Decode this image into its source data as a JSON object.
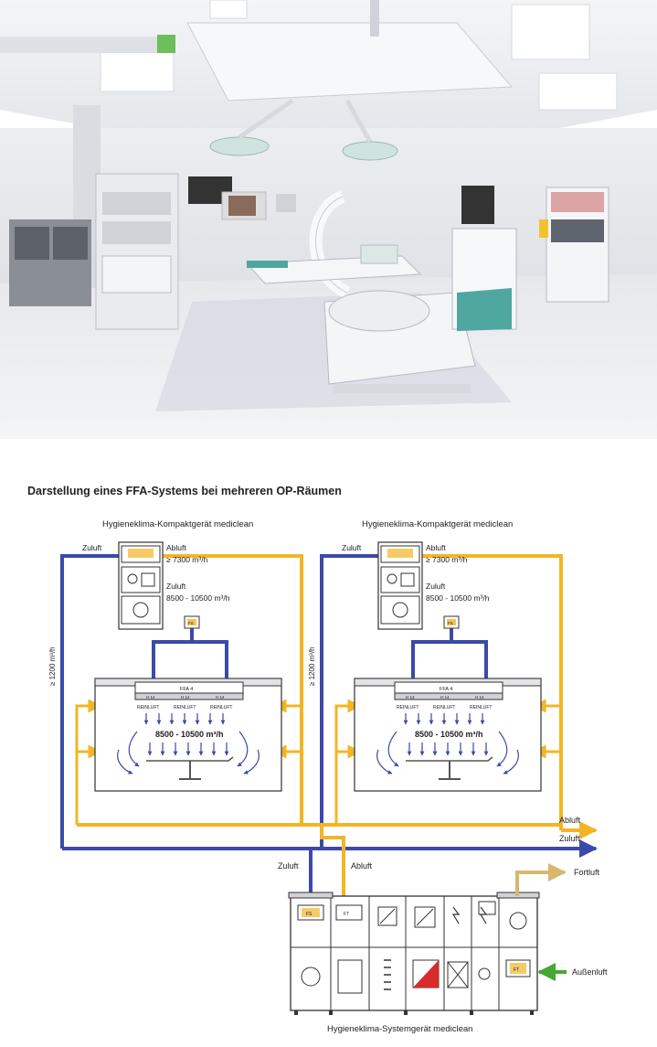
{
  "heading": "Darstellung eines FFA-Systems bei mehreren OP-Räumen",
  "units": [
    {
      "title": "Hygieneklima-Kompaktgerät mediclean",
      "zuluft": "Zuluft",
      "abluft": "Abluft",
      "abluft_rate": "≥ 7300 m³/h",
      "zuluft2": "Zuluft",
      "zuluft_rate": "8500 - 10500 m³/h",
      "side_rate": "≥ 1200 m³/h",
      "ffa": "FFA 4",
      "filters": [
        "H 14",
        "H 14",
        "H 14"
      ],
      "reinluft": [
        "REINLUFT",
        "REINLUFT",
        "REINLUFT"
      ],
      "room_rate": "8500 - 10500 m³/h",
      "fs": "FS"
    },
    {
      "title": "Hygieneklima-Kompaktgerät mediclean",
      "zuluft": "Zuluft",
      "abluft": "Abluft",
      "abluft_rate": "≥ 7300 m³/h",
      "zuluft2": "Zuluft",
      "zuluft_rate": "8500 - 10500 m³/h",
      "side_rate": "≥ 1200 m³/h",
      "ffa": "FFA 4",
      "filters": [
        "H 14",
        "H 14",
        "H 14"
      ],
      "reinluft": [
        "REINLUFT",
        "REINLUFT",
        "REINLUFT"
      ],
      "room_rate": "8500 - 10500 m³/h",
      "fs": "FS"
    }
  ],
  "main_lines": {
    "abluft": "Abluft",
    "zuluft": "Zuluft"
  },
  "system": {
    "zuluft": "Zuluft",
    "abluft": "Abluft",
    "fortluft": "Fortluft",
    "aussenluft": "Außenluft",
    "title": "Hygieneklima-Systemgerät mediclean",
    "fs1": "FS",
    "ft1": "FT",
    "ft2": "FT"
  },
  "colors": {
    "zuluft": "#3b4aa8",
    "abluft": "#f2b526",
    "fortluft": "#d8b870",
    "aussenluft": "#44a832",
    "room_floor": "#cdd1dc",
    "teal": "#4fa7a0"
  }
}
